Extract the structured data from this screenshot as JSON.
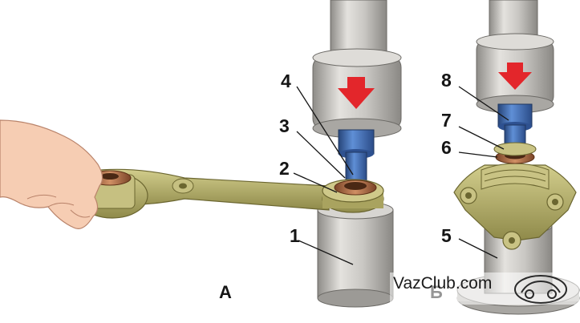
{
  "figure": {
    "labels": [
      "1",
      "2",
      "3",
      "4",
      "5",
      "6",
      "7",
      "8"
    ],
    "captions": [
      "А",
      "Б"
    ],
    "watermark": "VazClub.com"
  },
  "colors": {
    "press_steel": "#c9c7c3",
    "mandrel_blue": "#3f6fb5",
    "lever_olive": "#b3ad6a",
    "bushing_copper": "#b5744e",
    "arrow_red": "#e3262b",
    "skin": "#f6cdb3"
  },
  "icons": {
    "press_arrow": "down-arrow-icon",
    "watermark_logo": "car-logo-icon"
  }
}
